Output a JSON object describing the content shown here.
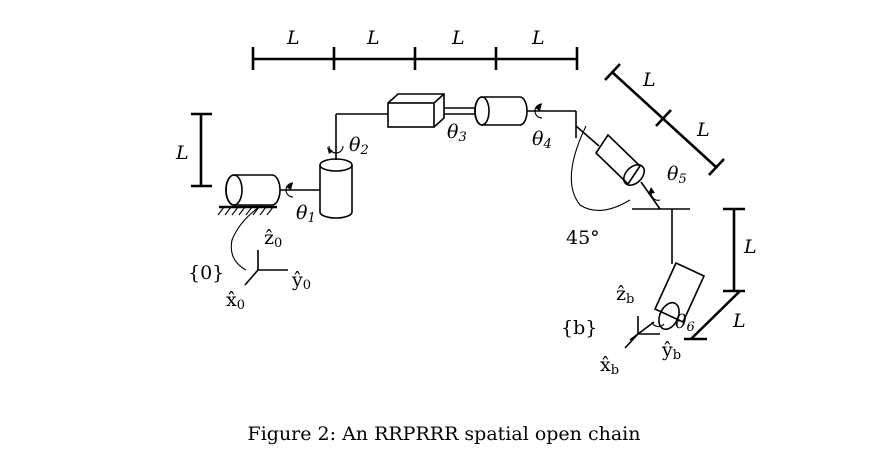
{
  "figure": {
    "dimension_labels": {
      "top": [
        "L",
        "L",
        "L",
        "L"
      ],
      "left": "L",
      "diag": [
        "L",
        "L"
      ],
      "right_vertical": "L",
      "right_small": "L"
    },
    "joints": [
      {
        "sym": "θ",
        "sub": "1"
      },
      {
        "sym": "θ",
        "sub": "2"
      },
      {
        "sym": "θ",
        "sub": "3"
      },
      {
        "sym": "θ",
        "sub": "4"
      },
      {
        "sym": "θ",
        "sub": "5"
      },
      {
        "sym": "θ",
        "sub": "6"
      }
    ],
    "angle_label": "45°",
    "frame0": {
      "name": "{0}",
      "x": {
        "sym": "x̂",
        "sub": "0"
      },
      "y": {
        "sym": "ŷ",
        "sub": "0"
      },
      "z": {
        "sym": "ẑ",
        "sub": "0"
      }
    },
    "frameb": {
      "name": "{b}",
      "x": {
        "sym": "x̂",
        "sub": "b"
      },
      "y": {
        "sym": "ŷ",
        "sub": "b"
      },
      "z": {
        "sym": "ẑ",
        "sub": "b"
      }
    },
    "caption": "Figure 2: An RRPRRR spatial open chain"
  }
}
